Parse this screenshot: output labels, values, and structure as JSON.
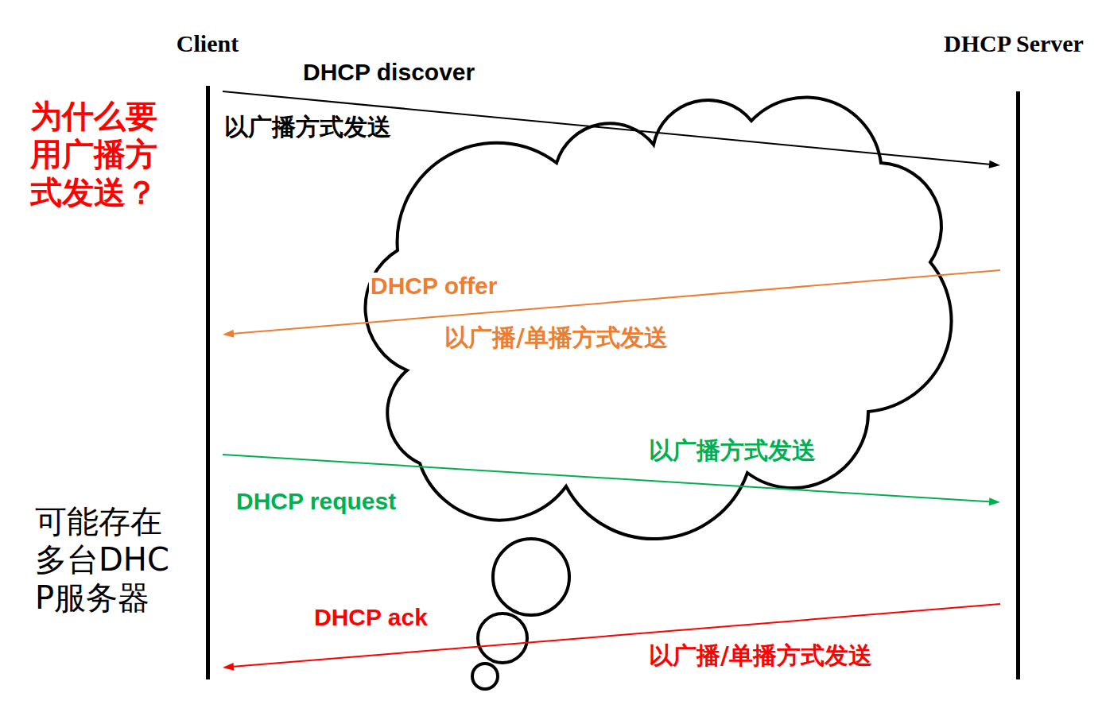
{
  "diagram": {
    "nodes": [
      {
        "text": [
          "Client"
        ]
      },
      {
        "text": [
          "DHCP Server"
        ]
      }
    ],
    "edges": [
      {
        "from": 0,
        "to": 1,
        "arrow": "to",
        "label": "DHCP discover"
      },
      {
        "from": 1,
        "to": 0,
        "arrow": "to",
        "label": "DHCP offer"
      },
      {
        "from": 0,
        "to": 1,
        "arrow": "to",
        "label": "DHCP request"
      },
      {
        "from": 1,
        "to": 0,
        "arrow": "to",
        "label": "DHCP ack"
      }
    ],
    "labels": [
      "为什么要用广播方式发送？",
      "以广播方式发送",
      "以广播/单播方式发送",
      "以广播方式发送",
      "以广播/单播方式发送",
      "可能存在多台DHCP服务器"
    ]
  }
}
